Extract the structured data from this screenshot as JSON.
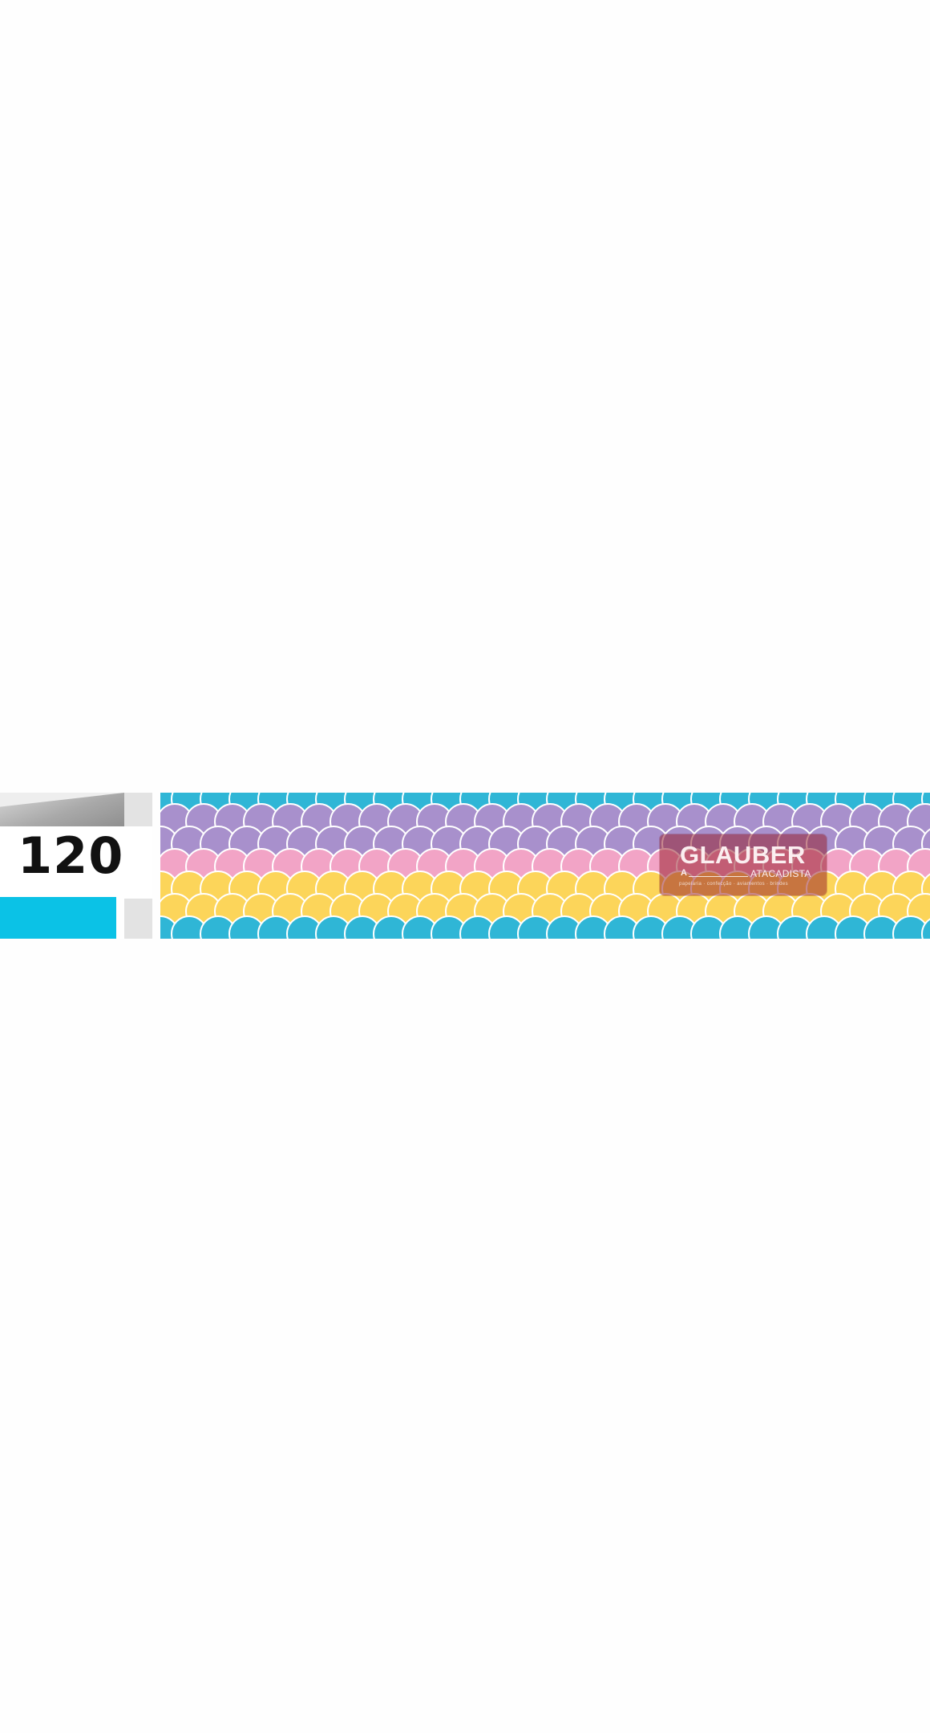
{
  "size_tag": {
    "number": "120",
    "accent_color": "#0bc2e6"
  },
  "ribbon": {
    "pattern": "scallop-scales",
    "band_colors": [
      "#2fb6d6",
      "#a890cc",
      "#f2a4c6",
      "#fcd55a",
      "#2fb6d6"
    ],
    "outline_color": "#ffffff"
  },
  "watermark": {
    "brand": "GLAUBER",
    "mark": "A",
    "subtitle": "ATACADISTA",
    "tagline": "papelaria · confecção · aviamentos · brindes",
    "background_color": "#961c28"
  }
}
